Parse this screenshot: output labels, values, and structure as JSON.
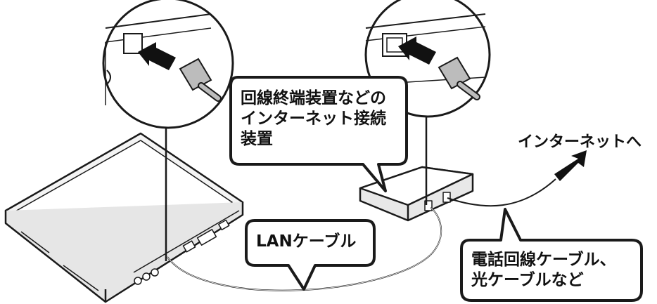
{
  "labels": {
    "ont_device": [
      "回線終端装置などの",
      "インターネット接続",
      "装置"
    ],
    "internet": "インターネットへ",
    "lan_cable": "LANケーブル",
    "phone_cable": [
      "電話回線ケーブル、",
      "光ケーブルなど"
    ]
  },
  "colors": {
    "outline": "#1a1a1a",
    "device_fill": "#ffffff",
    "shade": "#d9d9d9",
    "connector": "#bcbcbc",
    "cable": "#a8a8a8"
  },
  "icons": {
    "arrow": "black-arrow-icon",
    "connector": "rj45-plug-icon"
  }
}
